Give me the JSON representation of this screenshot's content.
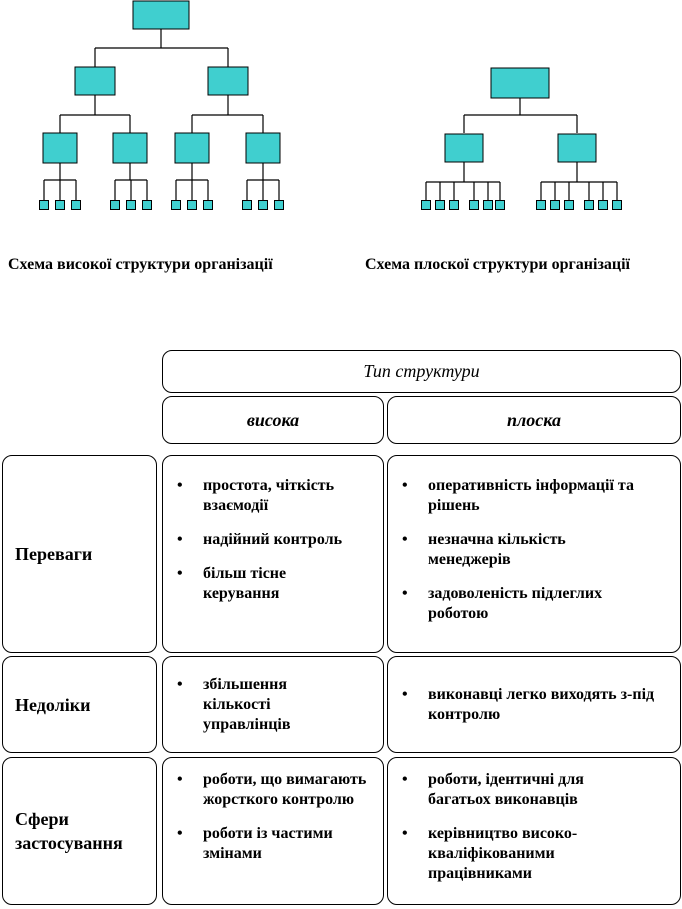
{
  "captions": {
    "tall": "Схема високої структури організації",
    "flat": "Схема плоскої структури організації"
  },
  "colors": {
    "node_fill": "#40CFCF",
    "node_stroke": "#000000"
  },
  "table": {
    "header": "Тип структури",
    "col_tall": "висока",
    "col_flat": "плоска",
    "rows": [
      {
        "label": "Переваги",
        "tall": [
          "простота, чіткість взаємодії",
          "надійний контроль",
          "більш тісне керування"
        ],
        "flat": [
          "оперативність інформації та рішень",
          "незначна кількість менеджерів",
          "задоволеність підлеглих роботою"
        ]
      },
      {
        "label": "Недоліки",
        "tall": [
          "збільшення кількості управлінців"
        ],
        "flat": [
          "виконавці легко виходять з-під контролю"
        ]
      },
      {
        "label": "Сфери застосування",
        "tall": [
          "роботи, що вимагають жорсткого контролю",
          "роботи із частими змінами"
        ],
        "flat": [
          "роботи, ідентичні для багатьох виконавців",
          "керівництво високо-кваліфікованими працівниками"
        ]
      }
    ]
  }
}
